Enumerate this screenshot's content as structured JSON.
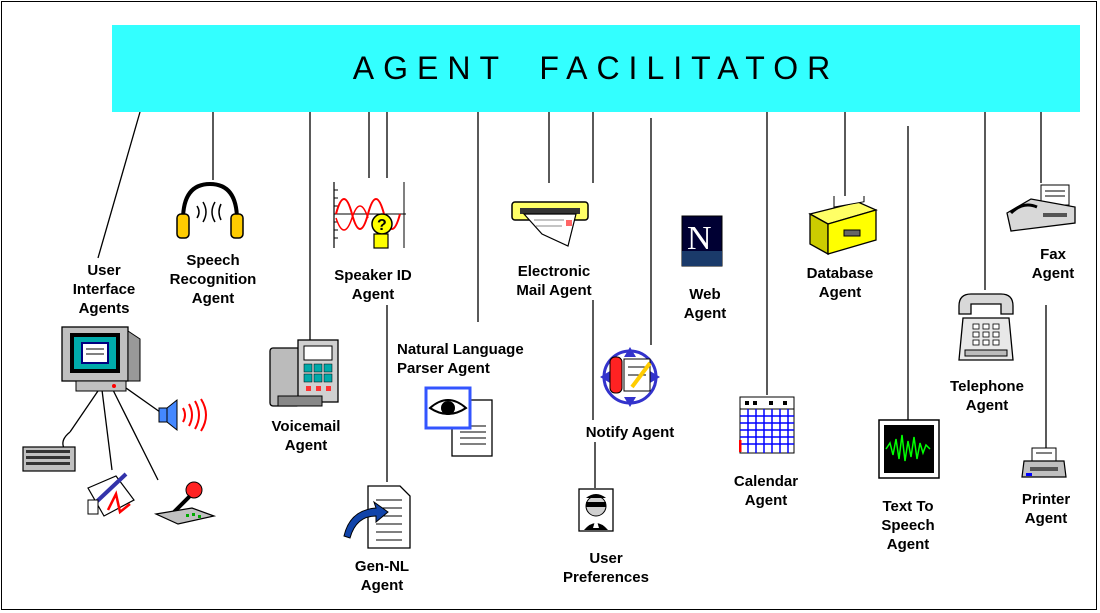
{
  "facilitator": {
    "title": "AGENT  FACILITATOR"
  },
  "agents": {
    "user_interface": "User\nInterface\nAgents",
    "speech_recognition": "Speech\nRecognition\nAgent",
    "voicemail": "Voicemail\nAgent",
    "speaker_id": "Speaker ID\nAgent",
    "gen_nl": "Gen-NL\nAgent",
    "nl_parser": "Natural Language\nParser Agent",
    "email": "Electronic\nMail Agent",
    "notify": "Notify Agent",
    "user_preferences": "User\nPreferences",
    "web": "Web\nAgent",
    "calendar": "Calendar\nAgent",
    "database": "Database\nAgent",
    "text_to_speech": "Text To\nSpeech\nAgent",
    "telephone": "Telephone\nAgent",
    "fax": "Fax\nAgent",
    "printer": "Printer\nAgent"
  },
  "icons": {
    "web_glyph": "N"
  },
  "colors": {
    "facilitator": "#33ffff",
    "line": "#000000"
  }
}
